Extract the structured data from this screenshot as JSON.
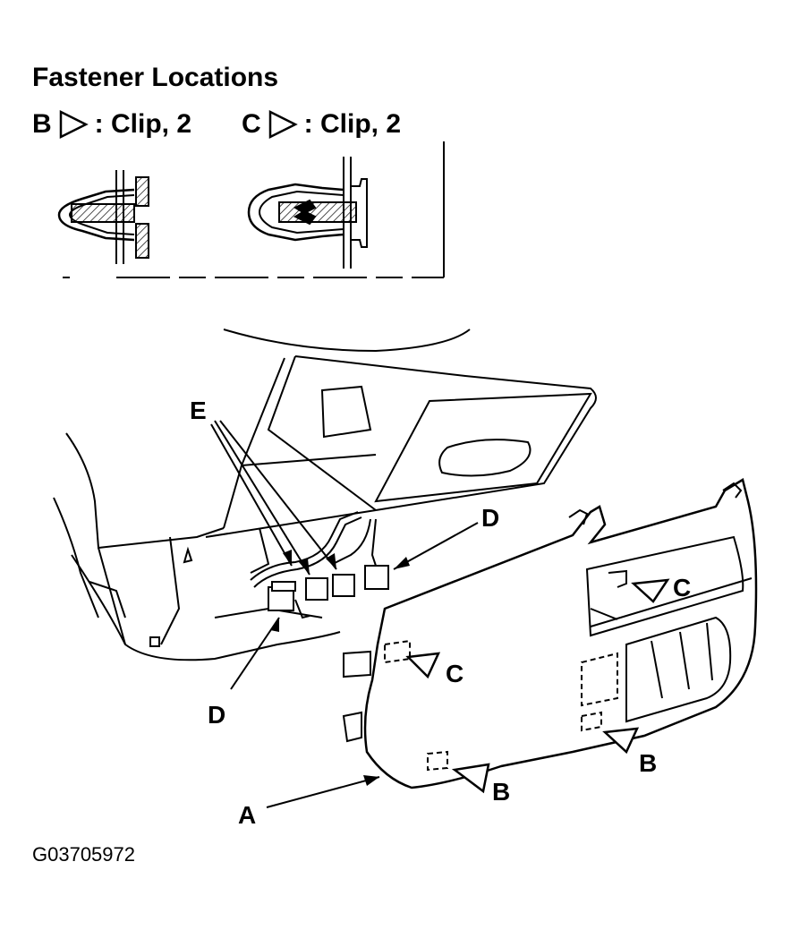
{
  "title": "Fastener Locations",
  "legend": [
    {
      "letter": "B",
      "desc": ": Clip, 2"
    },
    {
      "letter": "C",
      "desc": ": Clip, 2"
    }
  ],
  "callouts": {
    "a": "A",
    "b": "B",
    "c": "C",
    "d": "D",
    "e": "E"
  },
  "figure_code": "G03705972"
}
